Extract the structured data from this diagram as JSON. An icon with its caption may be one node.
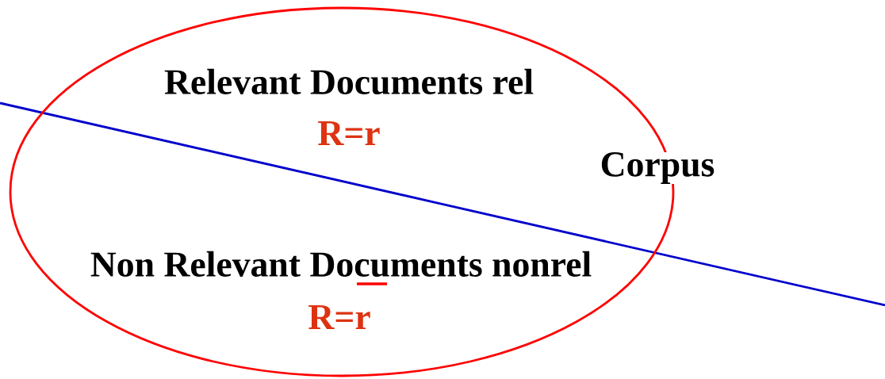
{
  "diagram": {
    "nodes": [
      {
        "text": [
          "Corpus"
        ]
      }
    ],
    "labels": [
      "Relevant Documents rel",
      "R=r",
      "Non Relevant Documents nonrel",
      "R=r"
    ]
  }
}
